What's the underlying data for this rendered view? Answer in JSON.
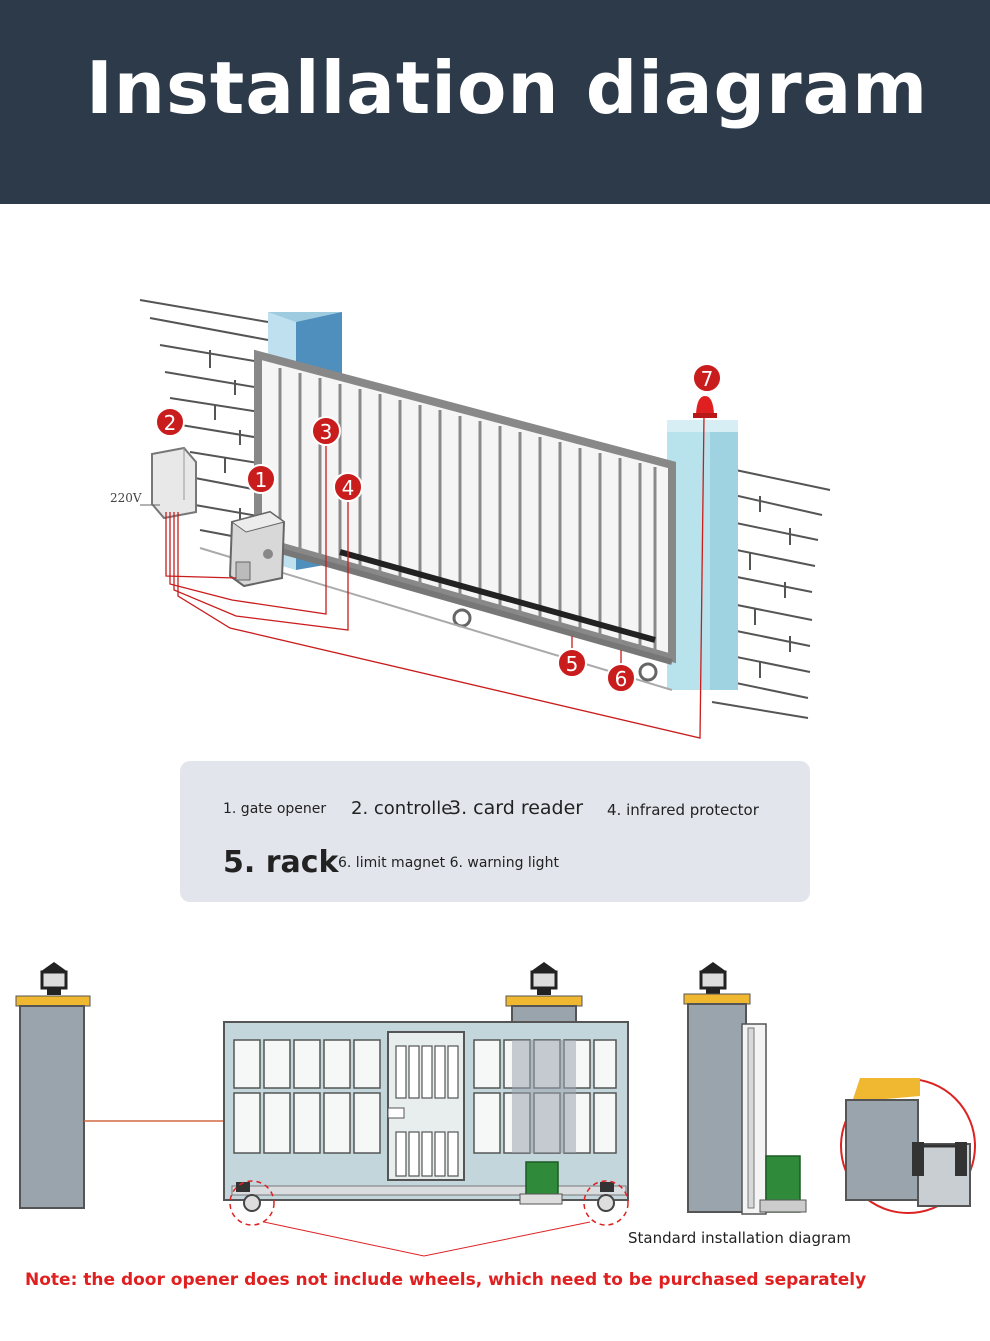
{
  "header": {
    "title": "Installation diagram"
  },
  "diagram_top": {
    "voltage_label": "220V",
    "markers": [
      "1",
      "2",
      "3",
      "4",
      "5",
      "6",
      "7"
    ],
    "accent_color": "#c91c1c"
  },
  "legend": {
    "item1": "1. gate opener",
    "item2": "2. controlle",
    "item3": "3. card reader",
    "item4": "4. infrared protector",
    "item5": "5. rack",
    "item6": "6. limit magnet 6. warning light"
  },
  "diagram_bottom": {
    "caption": "Standard installation diagram"
  },
  "note": "Note: the door opener does not include wheels, which need to be purchased separately"
}
